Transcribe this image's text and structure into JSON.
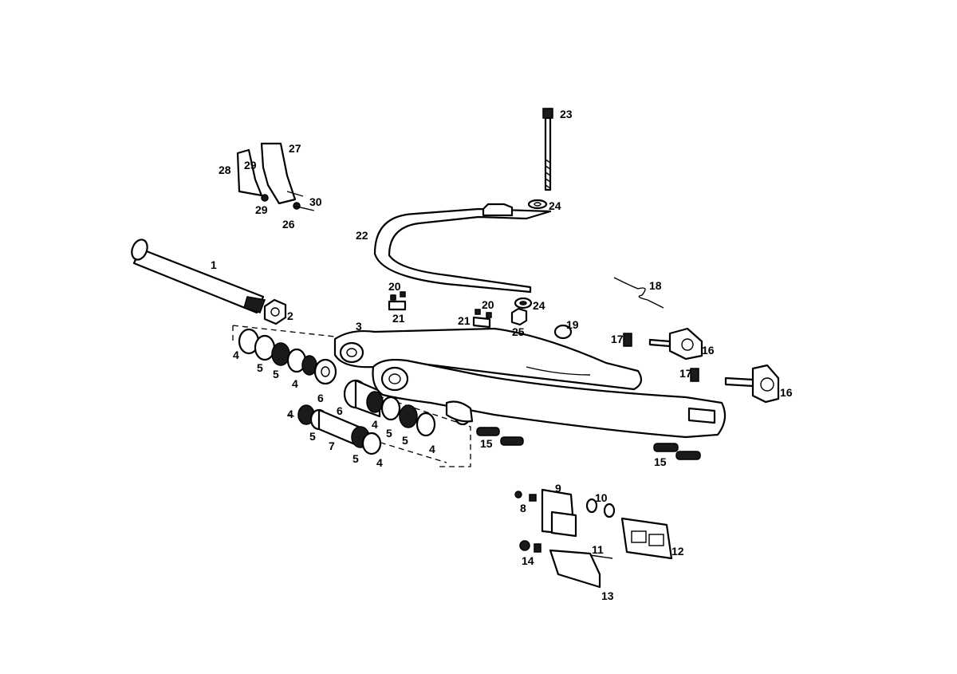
{
  "diagram": {
    "background": "#ffffff",
    "line_color": "#000000",
    "callouts": [
      "1",
      "2",
      "3",
      "4",
      "5",
      "6",
      "7",
      "8",
      "9",
      "10",
      "11",
      "12",
      "13",
      "14",
      "15",
      "16",
      "17",
      "18",
      "19",
      "20",
      "21",
      "22",
      "23",
      "24",
      "25",
      "26",
      "27",
      "28",
      "29",
      "30"
    ]
  }
}
